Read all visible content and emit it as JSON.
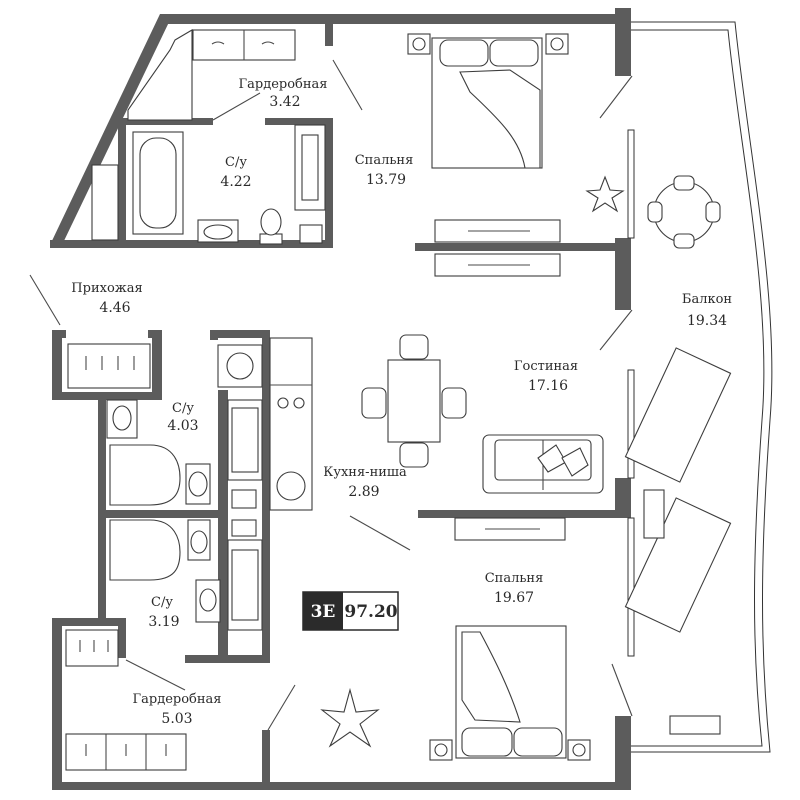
{
  "plan": {
    "rooms": [
      {
        "id": "wardrobe-top",
        "label": "Гардеробная",
        "area": "3.42"
      },
      {
        "id": "bath-top",
        "label": "С/у",
        "area": "4.22"
      },
      {
        "id": "bedroom-top",
        "label": "Спальня",
        "area": "13.79"
      },
      {
        "id": "hallway",
        "label": "Прихожая",
        "area": "4.46"
      },
      {
        "id": "balcony",
        "label": "Балкон",
        "area": "19.34"
      },
      {
        "id": "living",
        "label": "Гостиная",
        "area": "17.16"
      },
      {
        "id": "bath-mid",
        "label": "С/у",
        "area": "4.03"
      },
      {
        "id": "kitchen",
        "label": "Кухня-ниша",
        "area": "2.89"
      },
      {
        "id": "bedroom-bottom",
        "label": "Спальня",
        "area": "19.67"
      },
      {
        "id": "bath-bottom",
        "label": "С/у",
        "area": "3.19"
      },
      {
        "id": "wardrobe-bottom",
        "label": "Гардеробная",
        "area": "5.03"
      }
    ],
    "badge": {
      "type": "3E",
      "total_area": "97.20"
    },
    "colors": {
      "wall": "#5c5c5c",
      "badge_dark": "#2b2b2b",
      "line": "#3d3d3d"
    }
  }
}
